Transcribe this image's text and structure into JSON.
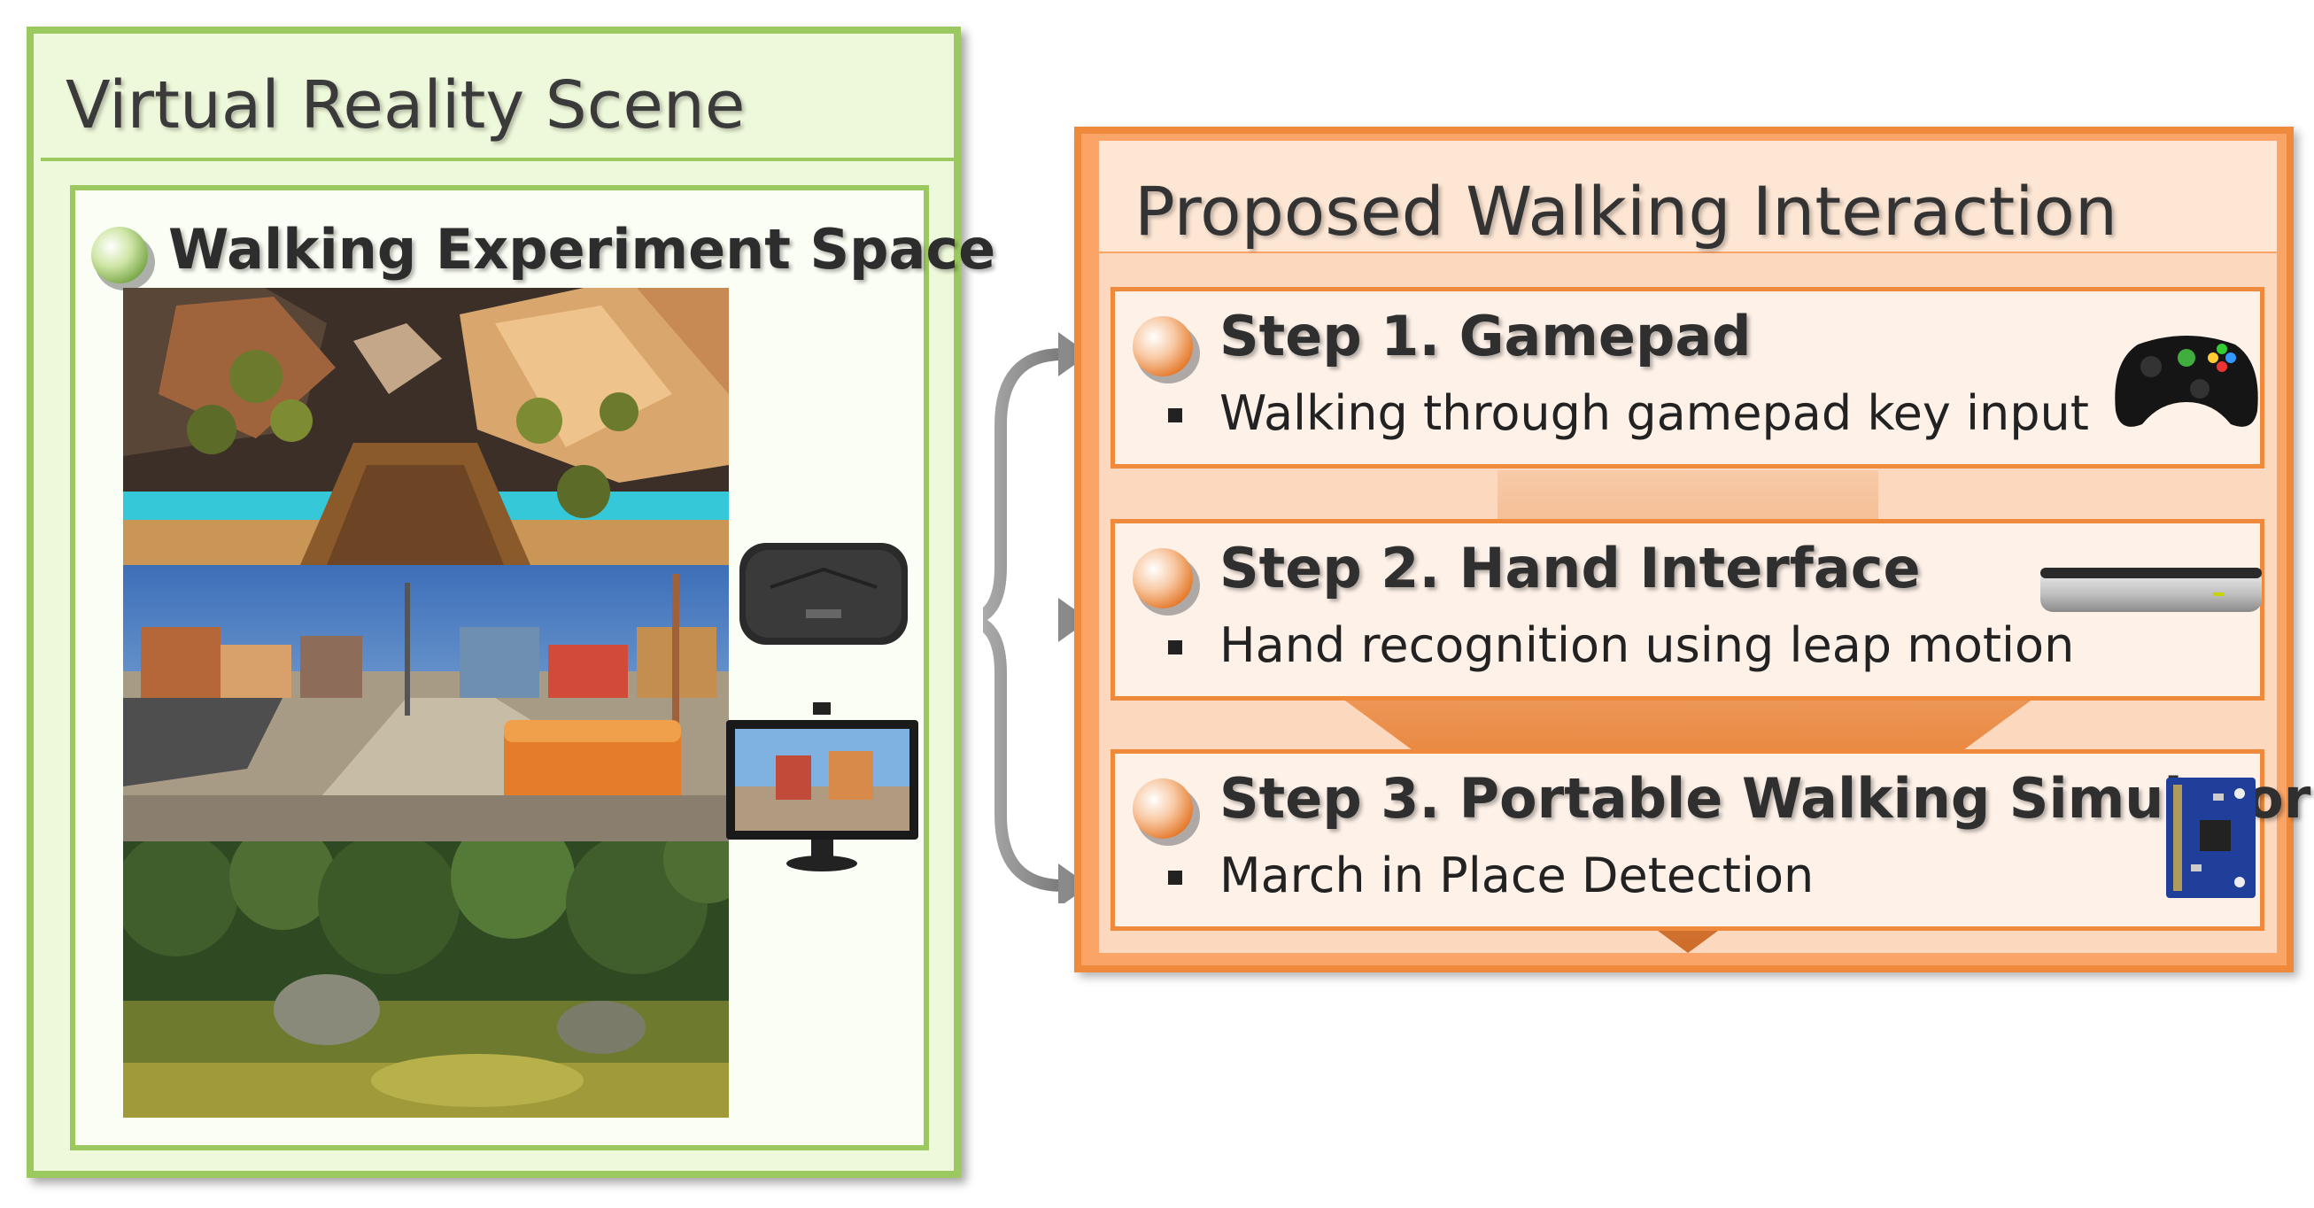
{
  "left_panel": {
    "title": "Virtual Reality Scene",
    "inner_title": "Walking Experiment Space"
  },
  "right_panel": {
    "title": "Proposed Walking Interaction",
    "steps": [
      {
        "title": "Step 1. Gamepad",
        "desc": "Walking through gamepad key  input",
        "device_icon": "gamepad-icon"
      },
      {
        "title": "Step 2. Hand Interface",
        "desc": "Hand recognition using leap motion",
        "device_icon": "leap-motion-icon"
      },
      {
        "title": "Step 3. Portable Walking Simulator",
        "desc": "March in Place Detection",
        "device_icon": "sensor-board-icon"
      }
    ]
  },
  "colors": {
    "green_border": "#9cc860",
    "green_fill": "#eef8da",
    "orange_border": "#ef8a3c",
    "orange_fill": "#faa468"
  }
}
